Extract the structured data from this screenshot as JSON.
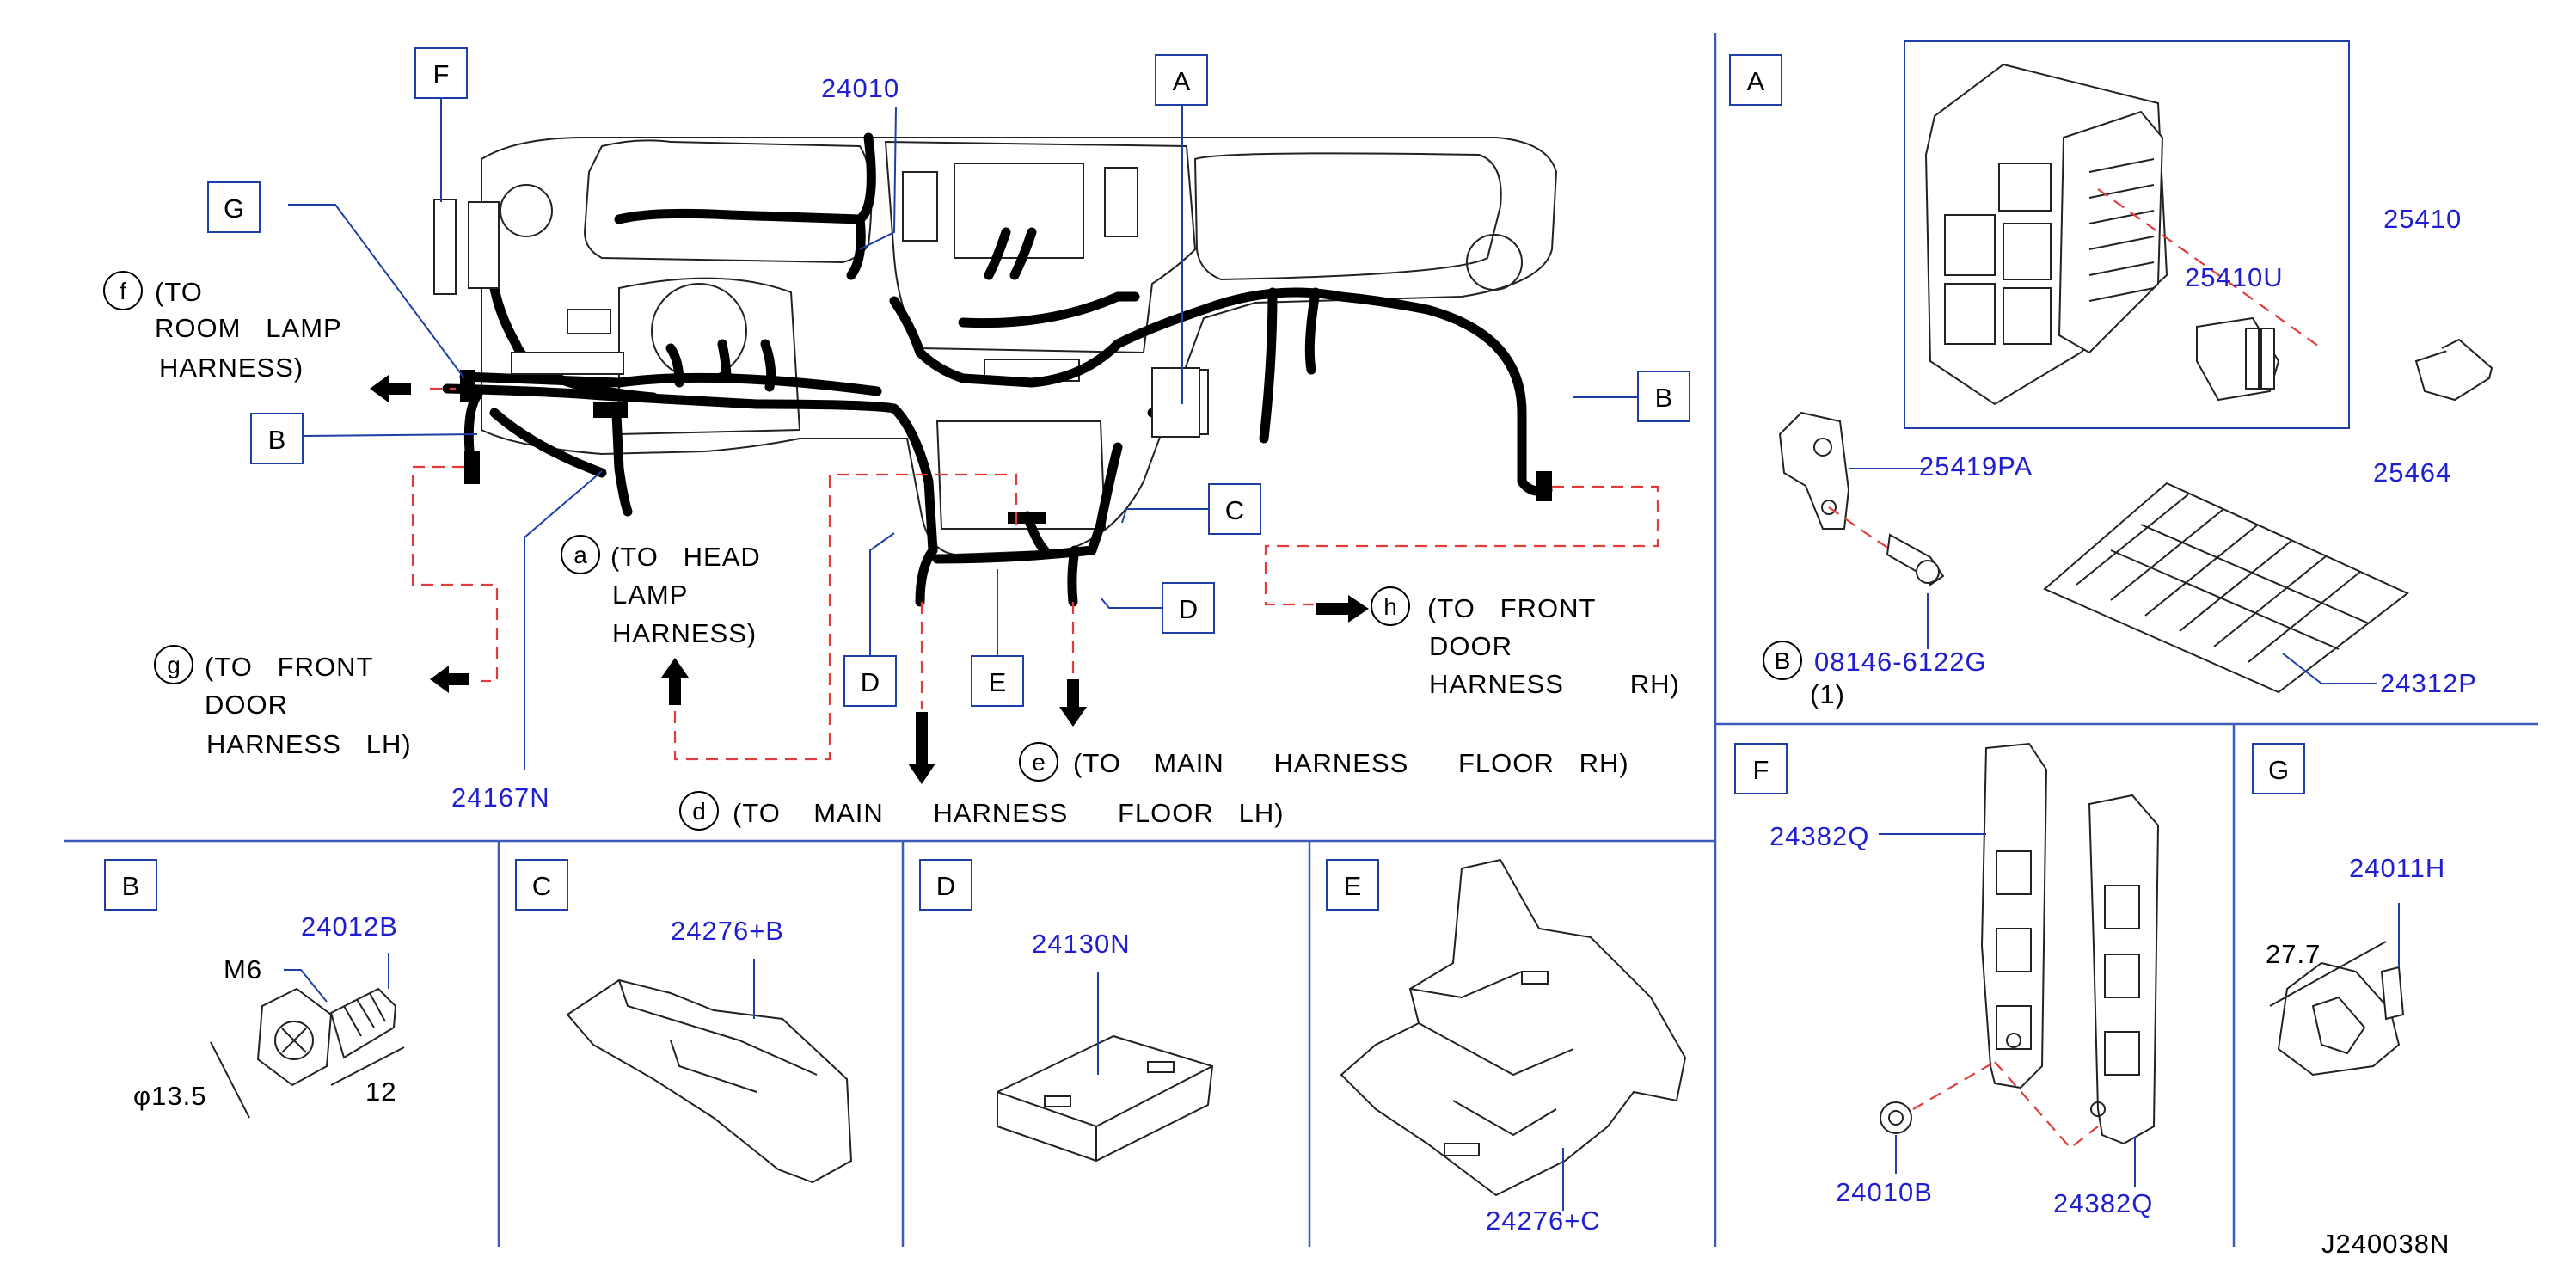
{
  "callouts": {
    "A": "A",
    "B": "B",
    "C": "C",
    "D": "D",
    "E": "E",
    "F": "F",
    "G": "G"
  },
  "main": {
    "part_harness": "24010",
    "part_clip": "24167N",
    "conn_f": {
      "letter": "f",
      "l1": "(TO",
      "l2": "ROOM   LAMP",
      "l3": "HARNESS)"
    },
    "conn_a": {
      "letter": "a",
      "l1": "(TO   HEAD",
      "l2": "LAMP",
      "l3": "HARNESS)"
    },
    "conn_g": {
      "letter": "g",
      "l1": "(TO   FRONT",
      "l2": "DOOR",
      "l3": "HARNESS   LH)"
    },
    "conn_h": {
      "letter": "h",
      "l1": "(TO   FRONT",
      "l2": "DOOR",
      "l3": "HARNESS        RH)"
    },
    "conn_e": {
      "letter": "e",
      "l1": "(TO    MAIN      HARNESS      FLOOR   RH)"
    },
    "conn_d": {
      "letter": "d",
      "l1": "(TO    MAIN      HARNESS      FLOOR   LH)"
    }
  },
  "panel_A": {
    "p1": "25410",
    "p2": "25410U",
    "p3": "25464",
    "p4": "25419PA",
    "p5": "08146-6122G",
    "p5_letter": "B",
    "p5_qty": "(1)",
    "p6": "24312P"
  },
  "panel_B": {
    "part": "24012B",
    "thread": "M6",
    "dia": "φ13.5",
    "len": "12"
  },
  "panel_C": {
    "part": "24276+B"
  },
  "panel_D": {
    "part": "24130N"
  },
  "panel_E": {
    "part": "24276+C"
  },
  "panel_F": {
    "part1": "24382Q",
    "part2": "24010B",
    "part3": "24382Q"
  },
  "panel_G": {
    "part": "24011H",
    "dim": "27.7"
  },
  "diagram_code": "J240038N",
  "colors": {
    "part_number": "#1f1fd0",
    "callout_line": "#1f3fa8",
    "dashed_route": "#e23b3b"
  }
}
